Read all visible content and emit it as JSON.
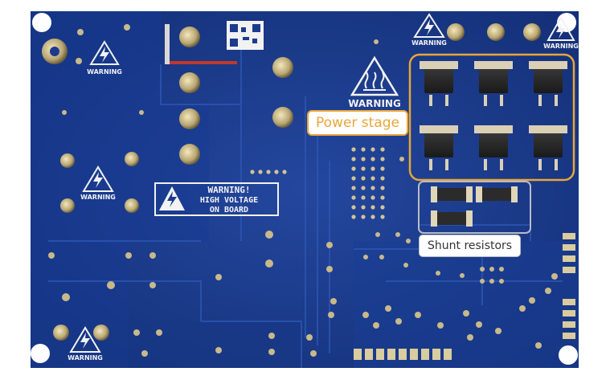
{
  "photo": {
    "board_color": "#1b3b8f",
    "board_shadow": "#102a6e",
    "silkscreen_color": "#f2f2f2",
    "pad_color": "#c9b98a"
  },
  "warning_labels": {
    "small": "WARNING",
    "hot": "WARNING",
    "banner_line1": "WARNING!",
    "banner_line2": "HIGH VOLTAGE",
    "banner_line3": "ON BOARD"
  },
  "annotations": {
    "power_stage": {
      "label": "Power stage",
      "color": "#e8a63a"
    },
    "shunt_resistors": {
      "label": "Shunt resistors",
      "color": "#b8bcc6"
    }
  }
}
